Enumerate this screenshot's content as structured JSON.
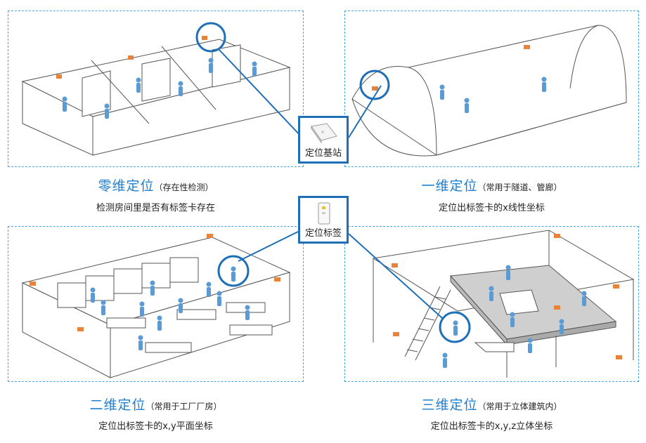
{
  "devices": {
    "base_station": {
      "label": "定位基站"
    },
    "tag": {
      "label": "定位标签"
    }
  },
  "panels": {
    "zero_d": {
      "title": "零维定位",
      "subtitle": "（存在性检测）",
      "description": "检测房间里是否有标签卡存在"
    },
    "one_d": {
      "title": "一维定位",
      "subtitle": "（常用于隧道、管廊）",
      "description": "定位出标签卡的x线性坐标"
    },
    "two_d": {
      "title": "二维定位",
      "subtitle": "（常用于工厂厂房）",
      "description": "定位出标签卡的x,y平面坐标"
    },
    "three_d": {
      "title": "三维定位",
      "subtitle": "（常用于立体建筑内）",
      "description": "定位出标签卡的x,y,z立体坐标"
    }
  },
  "colors": {
    "accent": "#1e7fd0",
    "dashed_border": "#4aa3df",
    "connector": "#1f6fb8",
    "person": "#5b9bd5",
    "anchor": "#e8843a"
  }
}
